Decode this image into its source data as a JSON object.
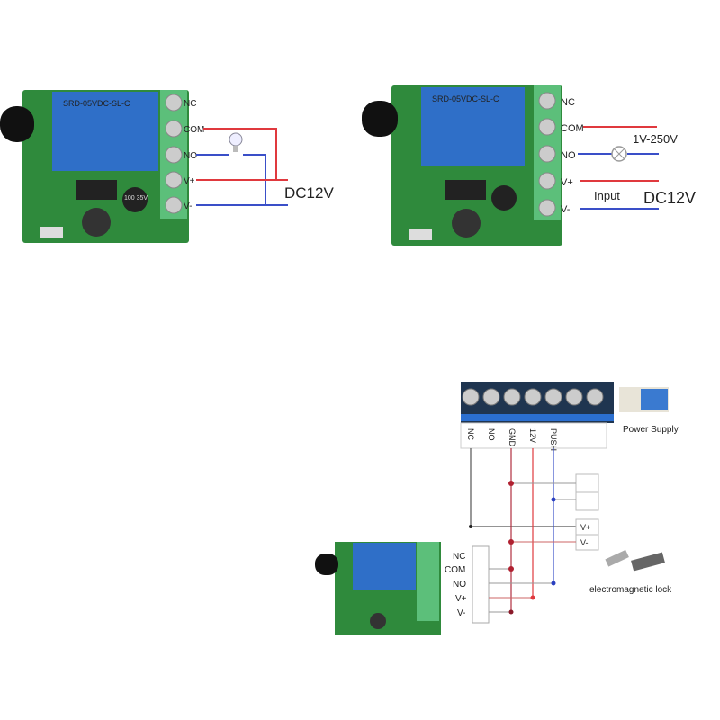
{
  "diagram_1": {
    "terminals": [
      "NC",
      "COM",
      "NO",
      "V+",
      "V-"
    ],
    "supply_label": "DC12V",
    "relay_label": "SRD-05VDC-SL-C",
    "capacitor_label": "100 35V"
  },
  "diagram_2": {
    "terminals": [
      "NC",
      "COM",
      "NO",
      "V+",
      "V-"
    ],
    "load_voltage_label": "1V-250V",
    "input_label": "Input",
    "supply_label": "DC12V",
    "relay_label": "SRD-05VDC-SL-C"
  },
  "diagram_3": {
    "controller_terminals": [
      "NC",
      "NO",
      "GND",
      "12V",
      "PUSH"
    ],
    "power_supply_label": "Power Supply",
    "lock_terminals": [
      "V+",
      "V-"
    ],
    "relay_terminals": [
      "NC",
      "COM",
      "NO",
      "V+",
      "V-"
    ],
    "lock_label": "electromagnetic lock"
  },
  "colors": {
    "positive_wire": "#e0393e",
    "negative_wire": "#3a4fc8",
    "board": "#2f8a3c",
    "relay": "#2f6fc8",
    "terminal_block": "#5cbf7a"
  }
}
